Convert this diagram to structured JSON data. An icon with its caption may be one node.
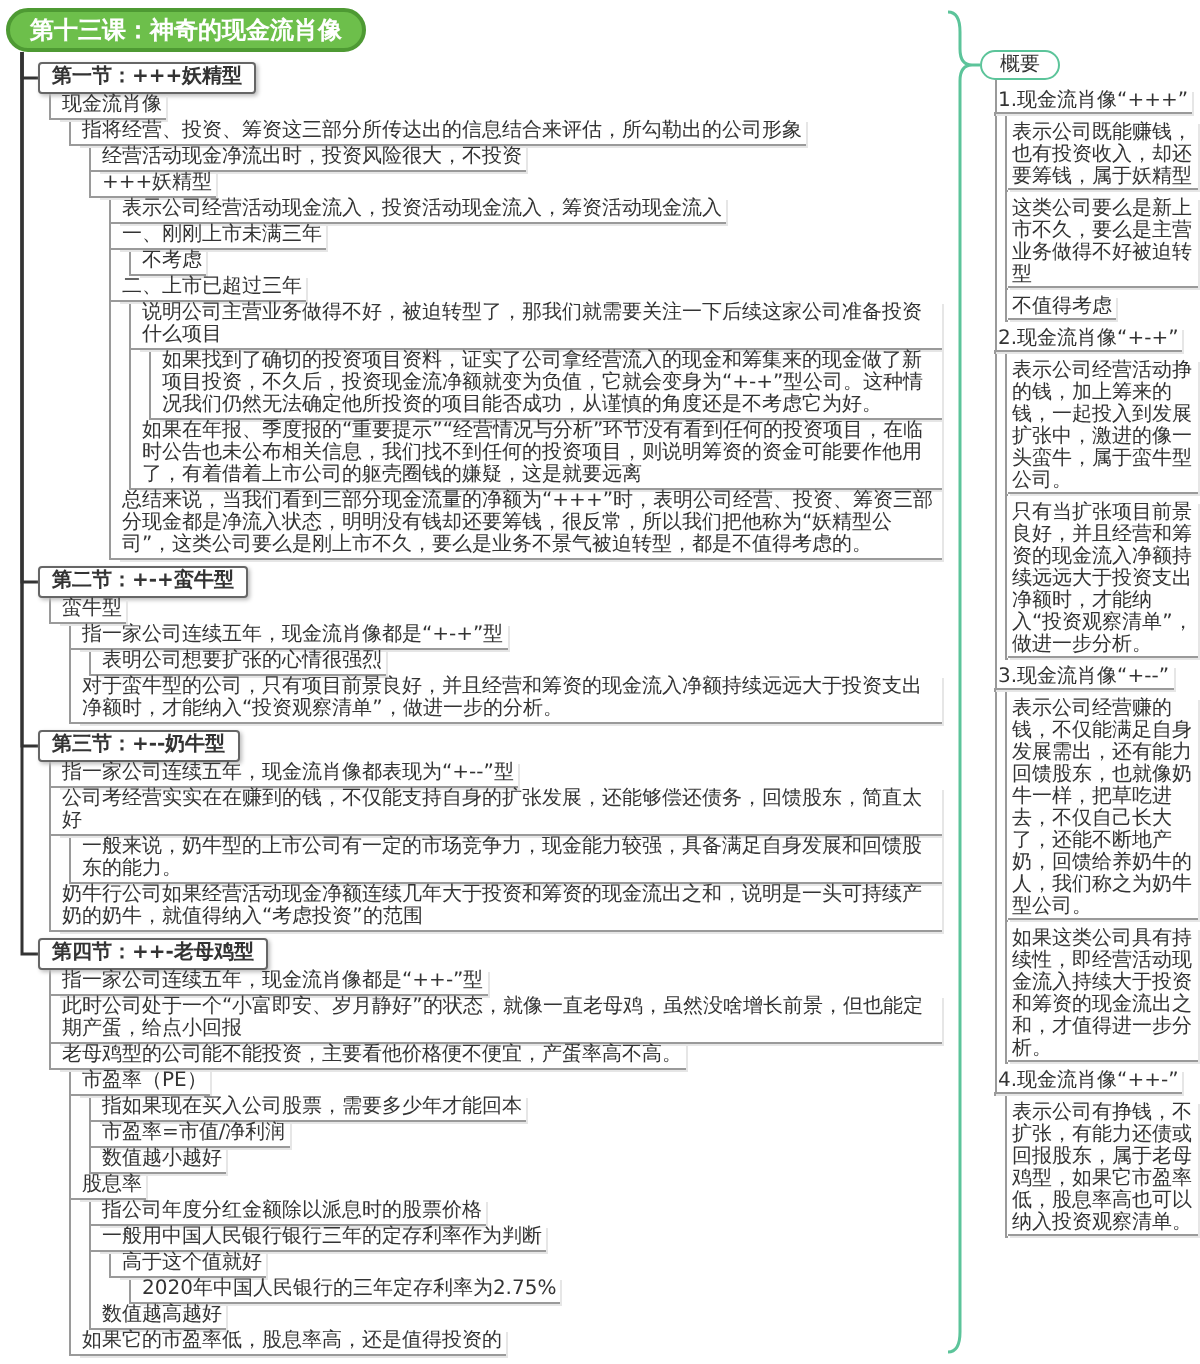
{
  "diagram": {
    "nodes": [
      {
        "text": [
          "第十三课：神奇的现金流肖像"
        ]
      },
      {
        "text": [
          "第一节：+++妖精型"
        ]
      },
      {
        "text": [
          "现金流肖像"
        ]
      },
      {
        "text": [
          "指将经营、投资、筹资这三部分所传达出的信息结合来评估，所勾勒出的公司形象"
        ]
      },
      {
        "text": [
          "经营活动现金净流出时，投资风险很大，不投资"
        ]
      },
      {
        "text": [
          "+++妖精型"
        ]
      },
      {
        "text": [
          "表示公司经营活动现金流入，投资活动现金流入，筹资活动现金流入"
        ]
      },
      {
        "text": [
          "一、刚刚上市未满三年"
        ]
      },
      {
        "text": [
          "不考虑"
        ]
      },
      {
        "text": [
          "二、上市已超过三年"
        ]
      },
      {
        "text": [
          "说明公司主营业务做得不好，被迫转型了，那我们就需要关注一下后续这家公司准备投资什么项目"
        ]
      },
      {
        "text": [
          "如果找到了确切的投资项目资料，证实了公司拿经营流入的现金和筹集来的现金做了新项目投资，不久后，投资现金流净额就变为负值，它就会变身为“+-+”型公司。这种情况我们仍然无法确定他所投资的项目能否成功，从谨慎的角度还是不考虑它为好。"
        ]
      },
      {
        "text": [
          "如果在年报、季度报的“重要提示”“经营情况与分析”环节没有看到任何的投资项目，在临时公告也未公布相关信息，我们找不到任何的投资项目，则说明筹资的资金可能要作他用了，有着借着上市公司的躯壳圈钱的嫌疑，这是就要远离"
        ]
      },
      {
        "text": [
          "总结来说，当我们看到三部分现金流量的净额为“+++”时，表明公司经营、投资、筹资三部分现金都是净流入状态，明明没有钱却还要筹钱，很反常，所以我们把他称为“妖精型公司”，这类公司要么是刚上市不久，要么是业务不景气被迫转型，都是不值得考虑的。"
        ]
      },
      {
        "text": [
          "第二节：+-+蛮牛型"
        ]
      },
      {
        "text": [
          "蛮牛型"
        ]
      },
      {
        "text": [
          "指一家公司连续五年，现金流肖像都是“+-+”型"
        ]
      },
      {
        "text": [
          "表明公司想要扩张的心情很强烈"
        ]
      },
      {
        "text": [
          "对于蛮牛型的公司，只有项目前景良好，并且经营和筹资的现金流入净额持续远远大于投资支出净额时，才能纳入“投资观察清单”，做进一步的分析。"
        ]
      },
      {
        "text": [
          "第三节：+--奶牛型"
        ]
      },
      {
        "text": [
          "指一家公司连续五年，现金流肖像都表现为“+--”型"
        ]
      },
      {
        "text": [
          "公司考经营实实在在赚到的钱，不仅能支持自身的扩张发展，还能够偿还债务，回馈股东，简直太好"
        ]
      },
      {
        "text": [
          "一般来说，奶牛型的上市公司有一定的市场竞争力，现金能力较强，具备满足自身发展和回馈股东的能力。"
        ]
      },
      {
        "text": [
          "奶牛行公司如果经营活动现金净额连续几年大于投资和筹资的现金流出之和，说明是一头可持续产奶的奶牛，就值得纳入“考虑投资”的范围"
        ]
      },
      {
        "text": [
          "第四节：++-老母鸡型"
        ]
      },
      {
        "text": [
          "指一家公司连续五年，现金流肖像都是“++-”型"
        ]
      },
      {
        "text": [
          "此时公司处于一个“小富即安、岁月静好”的状态，就像一直老母鸡，虽然没啥增长前景，但也能定期产蛋，给点小回报"
        ]
      },
      {
        "text": [
          "老母鸡型的公司能不能投资，主要看他价格便不便宜，产蛋率高不高。"
        ]
      },
      {
        "text": [
          "市盈率（PE）"
        ]
      },
      {
        "text": [
          "指如果现在买入公司股票，需要多少年才能回本"
        ]
      },
      {
        "text": [
          "市盈率=市值/净利润"
        ]
      },
      {
        "text": [
          "数值越小越好"
        ]
      },
      {
        "text": [
          "股息率"
        ]
      },
      {
        "text": [
          "指公司年度分红金额除以派息时的股票价格"
        ]
      },
      {
        "text": [
          "一般用中国人民银行银行三年的定存利率作为判断"
        ]
      },
      {
        "text": [
          "高于这个值就好"
        ]
      },
      {
        "text": [
          "2020年中国人民银行的三年定存利率为2.75%"
        ]
      },
      {
        "text": [
          "数值越高越好"
        ]
      },
      {
        "text": [
          "如果它的市盈率低，股息率高，还是值得投资的"
        ]
      },
      {
        "text": [
          "概要"
        ]
      },
      {
        "text": [
          "1.现金流肖像“+++”"
        ]
      },
      {
        "text": [
          "表示公司既能赚钱，也有投资收入，却还要筹钱，属于妖精型"
        ]
      },
      {
        "text": [
          "这类公司要么是新上市不久，要么是主营业务做得不好被迫转型"
        ]
      },
      {
        "text": [
          "不值得考虑"
        ]
      },
      {
        "text": [
          "2.现金流肖像“+-+”"
        ]
      },
      {
        "text": [
          "表示公司经营活动挣的钱，加上筹来的钱，一起投入到发展扩张中，激进的像一头蛮牛，属于蛮牛型公司。"
        ]
      },
      {
        "text": [
          "只有当扩张项目前景良好，并且经营和筹资的现金流入净额持续远远大于投资支出净额时，才能纳入“投资观察清单”，做进一步分析。"
        ]
      },
      {
        "text": [
          "3.现金流肖像“+--”"
        ]
      },
      {
        "text": [
          "表示公司经营赚的钱，不仅能满足自身发展需出，还有能力回馈股东，也就像奶牛一样，把草吃进去，不仅自己长大了，还能不断地产奶，回馈给养奶牛的人，我们称之为奶牛型公司。"
        ]
      },
      {
        "text": [
          "如果这类公司具有持续性，即经营活动现金流入持续大于投资和筹资的现金流出之和，才值得进一步分析。"
        ]
      },
      {
        "text": [
          "4.现金流肖像“++-”"
        ]
      },
      {
        "text": [
          "表示公司有挣钱，不扩张，有能力还债或回报股东，属于老母鸡型，如果它市盈率低，股息率高也可以纳入投资观察清单。"
        ]
      }
    ],
    "edges": [
      {
        "from": 0,
        "to": 1,
        "arrow": "none",
        "color": "#333333"
      },
      {
        "from": 1,
        "to": 2,
        "arrow": "none"
      },
      {
        "from": 2,
        "to": 3,
        "arrow": "none"
      },
      {
        "from": 3,
        "to": 4,
        "arrow": "none"
      },
      {
        "from": 3,
        "to": 5,
        "arrow": "none"
      },
      {
        "from": 5,
        "to": 6,
        "arrow": "none"
      },
      {
        "from": 5,
        "to": 7,
        "arrow": "none"
      },
      {
        "from": 7,
        "to": 8,
        "arrow": "none"
      },
      {
        "from": 5,
        "to": 9,
        "arrow": "none"
      },
      {
        "from": 9,
        "to": 10,
        "arrow": "none"
      },
      {
        "from": 10,
        "to": 11,
        "arrow": "none"
      },
      {
        "from": 9,
        "to": 12,
        "arrow": "none"
      },
      {
        "from": 5,
        "to": 13,
        "arrow": "none"
      },
      {
        "from": 0,
        "to": 14,
        "arrow": "none",
        "color": "#333333"
      },
      {
        "from": 14,
        "to": 15,
        "arrow": "none"
      },
      {
        "from": 15,
        "to": 16,
        "arrow": "none"
      },
      {
        "from": 16,
        "to": 17,
        "arrow": "none"
      },
      {
        "from": 15,
        "to": 18,
        "arrow": "none"
      },
      {
        "from": 0,
        "to": 19,
        "arrow": "none",
        "color": "#333333"
      },
      {
        "from": 19,
        "to": 20,
        "arrow": "none"
      },
      {
        "from": 19,
        "to": 21,
        "arrow": "none"
      },
      {
        "from": 21,
        "to": 22,
        "arrow": "none"
      },
      {
        "from": 19,
        "to": 23,
        "arrow": "none"
      },
      {
        "from": 0,
        "to": 24,
        "arrow": "none",
        "color": "#333333"
      },
      {
        "from": 24,
        "to": 25,
        "arrow": "none"
      },
      {
        "from": 24,
        "to": 26,
        "arrow": "none"
      },
      {
        "from": 24,
        "to": 27,
        "arrow": "none"
      },
      {
        "from": 27,
        "to": 28,
        "arrow": "none"
      },
      {
        "from": 28,
        "to": 29,
        "arrow": "none"
      },
      {
        "from": 28,
        "to": 30,
        "arrow": "none"
      },
      {
        "from": 28,
        "to": 31,
        "arrow": "none"
      },
      {
        "from": 27,
        "to": 32,
        "arrow": "none"
      },
      {
        "from": 32,
        "to": 33,
        "arrow": "none"
      },
      {
        "from": 32,
        "to": 34,
        "arrow": "none"
      },
      {
        "from": 34,
        "to": 35,
        "arrow": "none"
      },
      {
        "from": 35,
        "to": 36,
        "arrow": "none"
      },
      {
        "from": 32,
        "to": 37,
        "arrow": "none"
      },
      {
        "from": 27,
        "to": 38,
        "arrow": "none"
      },
      {
        "from": 39,
        "to": 40,
        "arrow": "none"
      },
      {
        "from": 40,
        "to": 41,
        "arrow": "none"
      },
      {
        "from": 40,
        "to": 42,
        "arrow": "none"
      },
      {
        "from": 40,
        "to": 43,
        "arrow": "none"
      },
      {
        "from": 39,
        "to": 44,
        "arrow": "none"
      },
      {
        "from": 44,
        "to": 45,
        "arrow": "none"
      },
      {
        "from": 44,
        "to": 46,
        "arrow": "none"
      },
      {
        "from": 39,
        "to": 47,
        "arrow": "none"
      },
      {
        "from": 47,
        "to": 48,
        "arrow": "none"
      },
      {
        "from": 47,
        "to": 49,
        "arrow": "none"
      },
      {
        "from": 39,
        "to": 50,
        "arrow": "none"
      },
      {
        "from": 50,
        "to": 51,
        "arrow": "none"
      }
    ]
  }
}
